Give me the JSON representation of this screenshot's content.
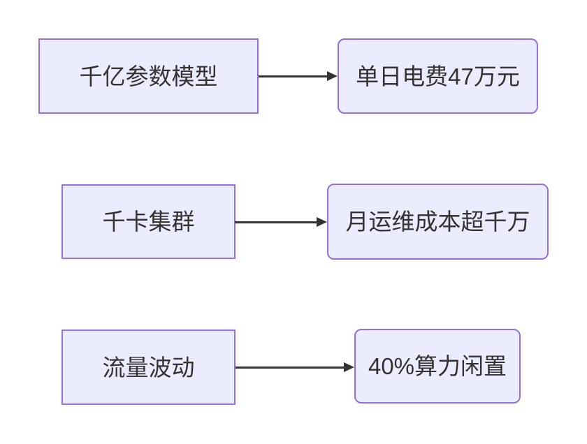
{
  "flowchart": {
    "type": "diagram",
    "direction": "left-to-right",
    "colors": {
      "node_fill": "#ECECFF",
      "node_border": "#9370DB",
      "arrow": "#333333",
      "text": "#333333",
      "background": "#ffffff"
    },
    "rows": [
      {
        "source": {
          "label": "千亿参数模型",
          "shape": "rect"
        },
        "arrow": {
          "direction": "right",
          "style": "solid"
        },
        "target": {
          "label": "单日电费47万元",
          "shape": "rounded"
        }
      },
      {
        "source": {
          "label": "千卡集群",
          "shape": "rect"
        },
        "arrow": {
          "direction": "right",
          "style": "solid"
        },
        "target": {
          "label": "月运维成本超千万",
          "shape": "rounded"
        }
      },
      {
        "source": {
          "label": "流量波动",
          "shape": "rect"
        },
        "arrow": {
          "direction": "right",
          "style": "solid"
        },
        "target": {
          "label": "40%算力闲置",
          "shape": "rounded"
        }
      }
    ]
  }
}
